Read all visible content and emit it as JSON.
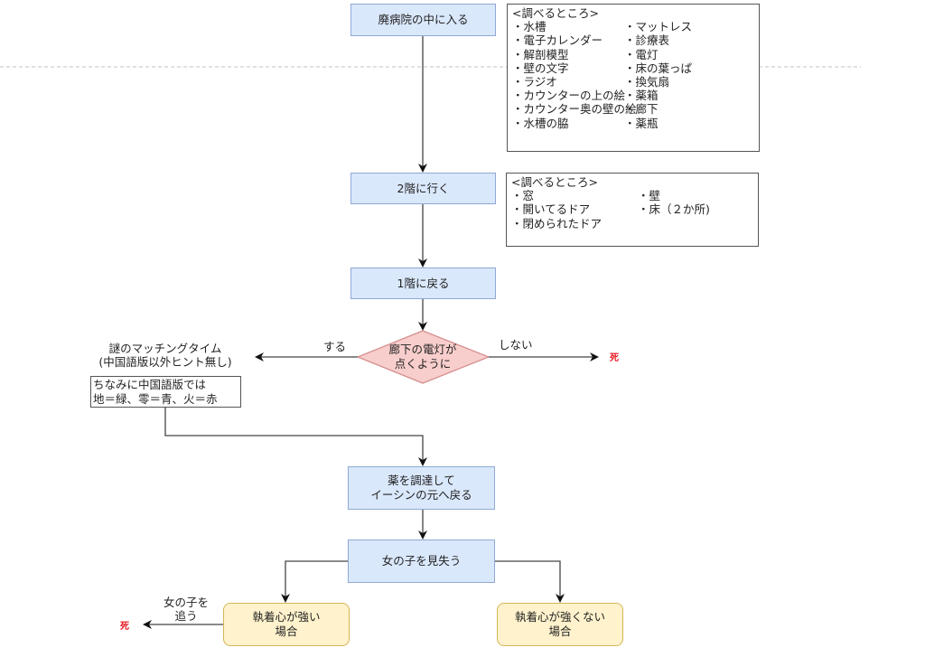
{
  "colors": {
    "process_fill": "#dae8fc",
    "process_stroke": "#8fa9d3",
    "decision_fill": "#f8cecc",
    "decision_stroke": "#d48f8f",
    "outcome_fill": "#fff2cc",
    "outcome_stroke": "#d6b656",
    "death_text": "#e8121a"
  },
  "nodes": {
    "enter_hospital": "廃病院の中に入る",
    "go_2f": "2階に行く",
    "back_1f": "1階に戻る",
    "decision": [
      "廊下の電灯が",
      "点くように"
    ],
    "get_medicine": [
      "薬を調達して",
      "イーシンの元へ戻る"
    ],
    "lose_girl": "女の子を見失う",
    "strong_attachment": [
      "執着心が強い",
      "場合"
    ],
    "weak_attachment": [
      "執着心が強くない",
      "場合"
    ]
  },
  "notes": {
    "first_floor": {
      "title": "<調べるところ>",
      "rows": [
        [
          "・水槽",
          "・マットレス"
        ],
        [
          "・電子カレンダー",
          "・診療表"
        ],
        [
          "・解剖模型",
          "・電灯"
        ],
        [
          "・壁の文字",
          "・床の葉っぱ"
        ],
        [
          "・ラジオ",
          "・換気扇"
        ],
        [
          "・カウンターの上の絵",
          "・薬箱"
        ],
        [
          "・カウンター奥の壁の絵",
          "・廊下"
        ],
        [
          "・水槽の脇",
          "・薬瓶"
        ]
      ]
    },
    "second_floor": {
      "title": "<調べるところ>",
      "rows": [
        [
          "・窓",
          "・壁"
        ],
        [
          "・開いてるドア",
          "・床（２か所)"
        ],
        [
          "・閉められたドア",
          ""
        ]
      ]
    },
    "puzzle_title": [
      "謎のマッチングタイム",
      "(中国語版以外ヒント無し)"
    ],
    "puzzle_hint": [
      "ちなみに中国語版では",
      "地＝緑、零＝青、火＝赤"
    ]
  },
  "edge_labels": {
    "yes": "する",
    "no": "しない",
    "chase_girl": [
      "女の子を",
      "追う"
    ]
  },
  "death_label": "死"
}
